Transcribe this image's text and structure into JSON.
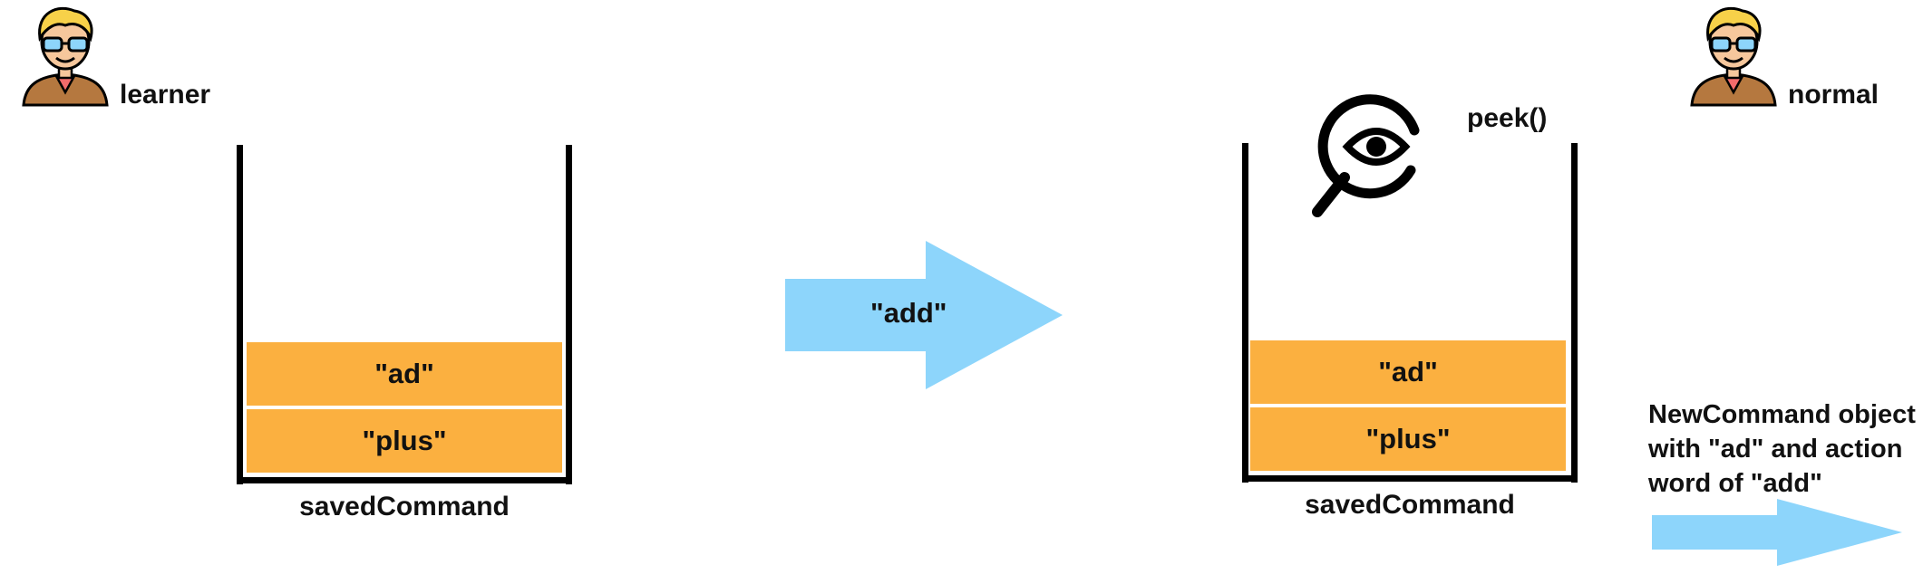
{
  "left_user": {
    "icon": "person-glasses-icon",
    "label": "learner"
  },
  "right_user": {
    "icon": "person-glasses-icon",
    "label": "normal"
  },
  "left_stack": {
    "items": [
      "\"ad\"",
      "\"plus\""
    ],
    "caption": "savedCommand"
  },
  "right_stack": {
    "items": [
      "\"ad\"",
      "\"plus\""
    ],
    "caption": "savedCommand"
  },
  "middle_arrow": {
    "label": "\"add\""
  },
  "peek": {
    "icon": "eye-magnifier-icon",
    "label": "peek()"
  },
  "result": {
    "lines": [
      "NewCommand object",
      "with \"ad\" and action",
      "word of \"add\""
    ]
  },
  "colors": {
    "stack_item": "#fbb040",
    "arrow": "#8dd5fb",
    "stack_wall": "#000000"
  }
}
